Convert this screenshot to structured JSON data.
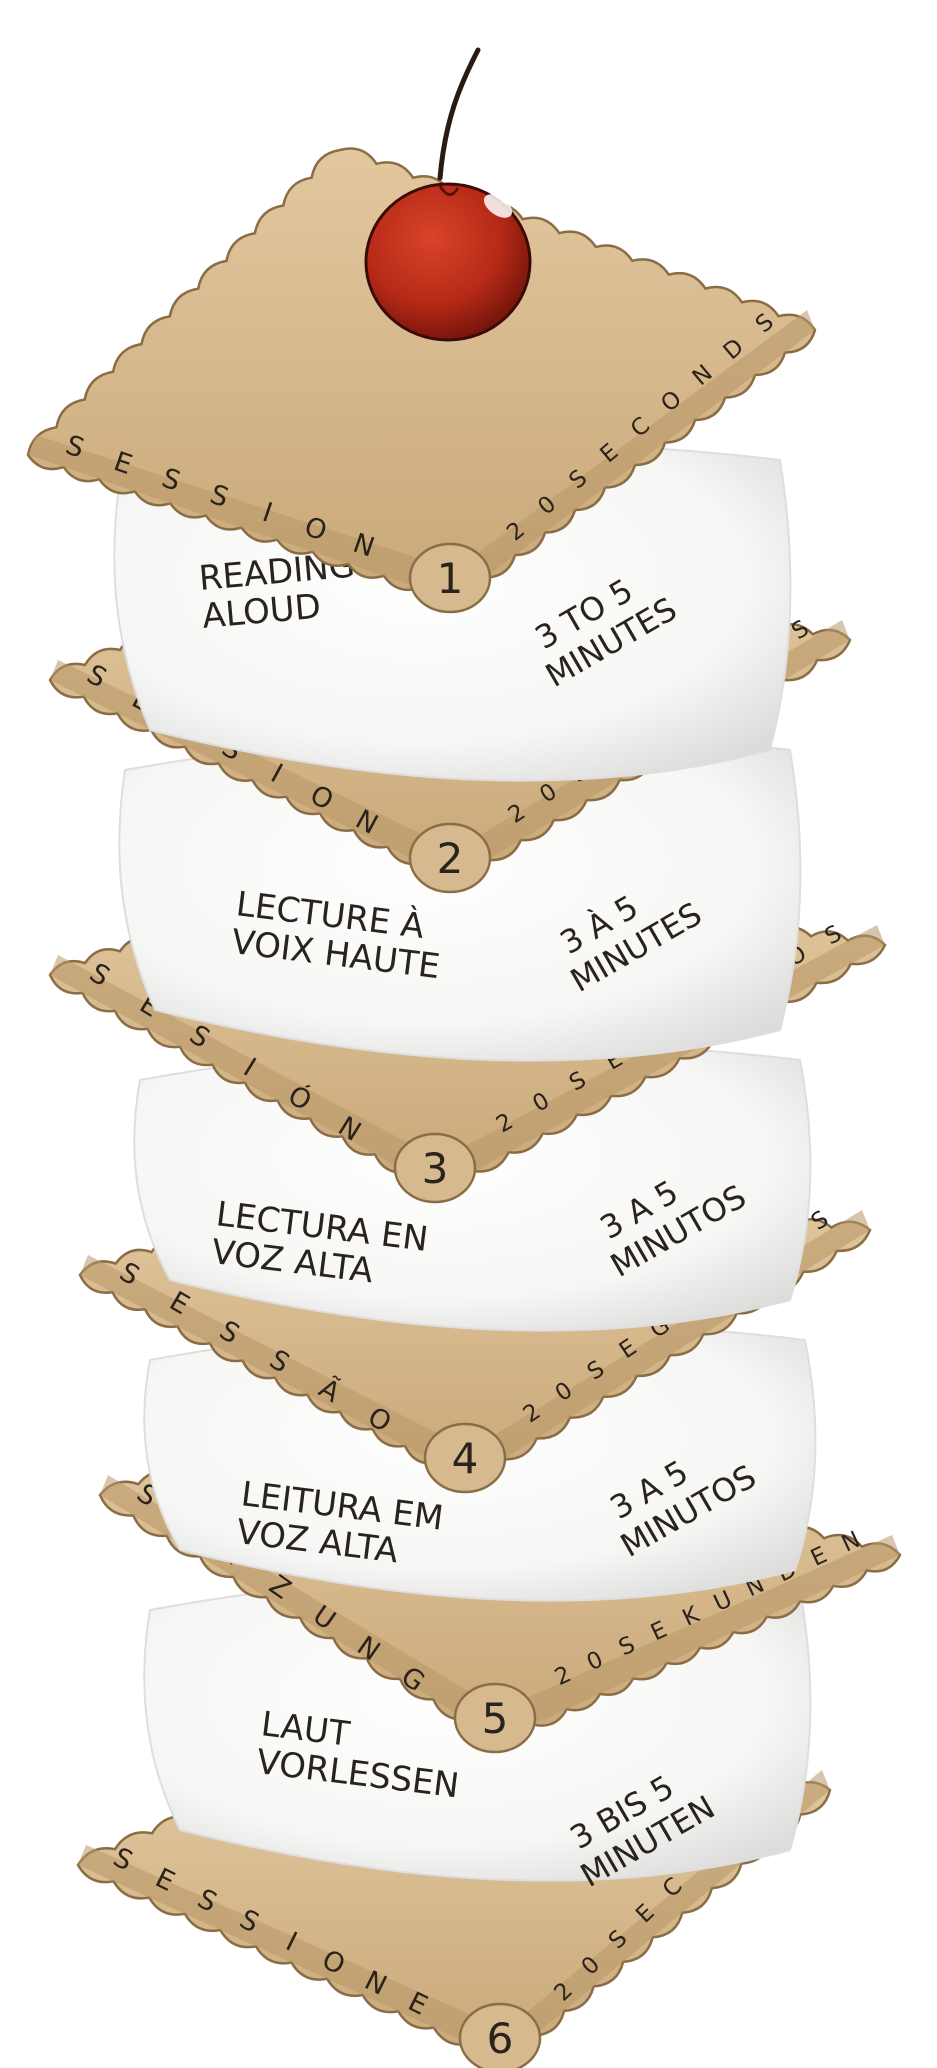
{
  "layers": [
    {
      "session_word": "SESSION",
      "number": "1",
      "duration": "20SECONDS",
      "activity": [
        "READING",
        "ALOUD"
      ],
      "time": [
        "3 TO 5",
        "MINUTES"
      ]
    },
    {
      "session_word": "SESSION",
      "number": "2",
      "duration": "20SECONDES",
      "activity": [
        "LECTURE À",
        "VOIX HAUTE"
      ],
      "time": [
        "3 À 5",
        "MINUTES"
      ]
    },
    {
      "session_word": "SESIÓN",
      "number": "3",
      "duration": "20SEGUNDOS",
      "activity": [
        "LECTURA EN",
        "VOZ ALTA"
      ],
      "time": [
        "3 A 5",
        "MINUTOS"
      ]
    },
    {
      "session_word": "SESSÃO",
      "number": "4",
      "duration": "20SEGUNDOS",
      "activity": [
        "LEITURA EM",
        "VOZ ALTA"
      ],
      "time": [
        "3 A 5",
        "MINUTOS"
      ]
    },
    {
      "session_word": "SITZUNG",
      "number": "5",
      "duration": "20SEKUNDEN",
      "activity": [
        "LAUT",
        "VORLESSEN"
      ],
      "time": [
        "3 BIS 5",
        "MINUTEN"
      ]
    },
    {
      "session_word": "SESSIONE",
      "number": "6",
      "duration": "20SECONDI",
      "activity": [],
      "time": []
    }
  ],
  "colors": {
    "biscuit": "#d7b98f",
    "biscuit_dark": "#b89868",
    "biscuit_edge": "#8a6d45",
    "cream": "#fbfbfa",
    "cream_shadow": "#dedede",
    "cherry": "#b52a16",
    "cherry_dark": "#7a160b",
    "stem": "#2b1a12",
    "ink": "#2a231c"
  },
  "icons": {
    "topping": "cherry-icon"
  }
}
